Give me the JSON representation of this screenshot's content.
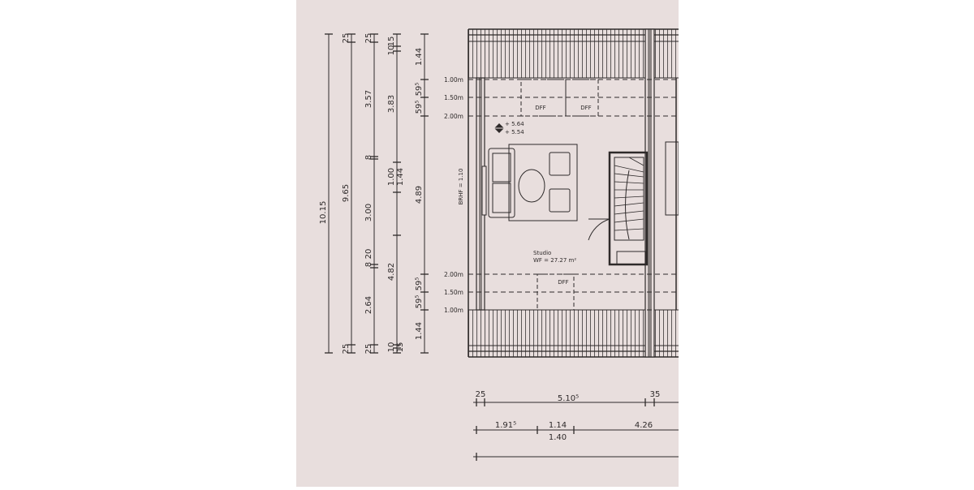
{
  "colors": {
    "paper": "#e8dedd",
    "ink": "#2e2a2a"
  },
  "vertical_dims": {
    "chain1": [
      "10.15"
    ],
    "chain2": [
      "25",
      "9.65",
      "25"
    ],
    "chain3": [
      "25",
      "3.57",
      "8",
      "3.00",
      "8",
      "20",
      "2.64",
      "25"
    ],
    "chain4": [
      "15",
      "10",
      "3.83",
      "1.00",
      "1.44",
      "4.82",
      "10",
      "15"
    ],
    "chain5": [
      "1.44",
      "59⁵",
      "59⁵",
      "4.89",
      "59⁵",
      "59⁵",
      "1.44"
    ]
  },
  "levels": {
    "top": [
      "1.00m",
      "1.50m",
      "2.00m"
    ],
    "bottom": [
      "2.00m",
      "1.50m",
      "1.00m"
    ]
  },
  "room": {
    "name": "Studio",
    "area": "WF = 27.27 m²",
    "brhf": "BRHF = 1.10"
  },
  "elevation": {
    "a": "+ 5.64",
    "b": "+ 5.54"
  },
  "dff": [
    "DFF",
    "DFF",
    "DFF"
  ],
  "horizontal_dims": {
    "row1": [
      "25",
      "5.10⁵",
      "35"
    ],
    "row2": [
      "1.91⁵",
      "1.14",
      "4.26"
    ],
    "row2_sub": "1.40"
  }
}
